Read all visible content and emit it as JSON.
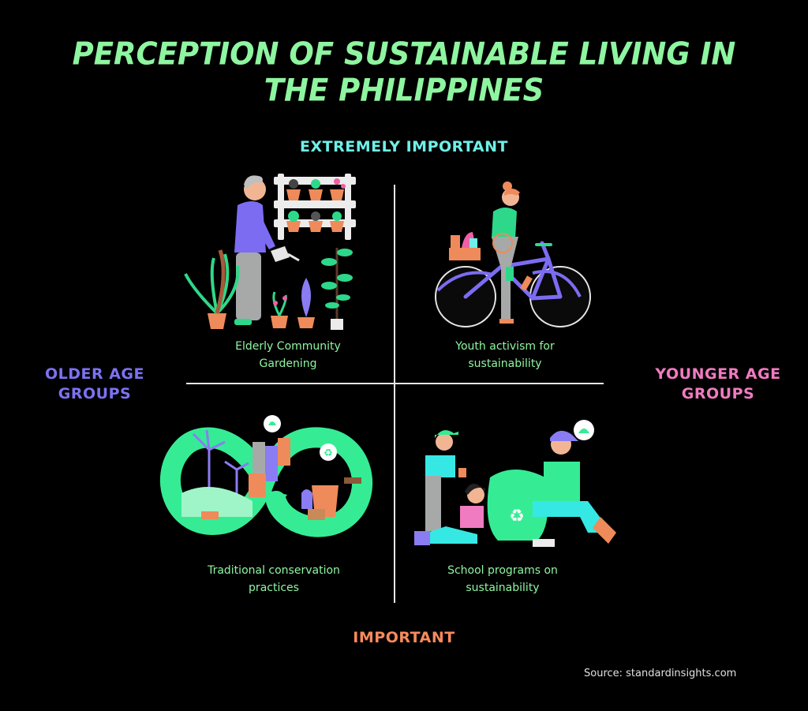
{
  "title": {
    "line1": "PERCEPTION OF SUSTAINABLE LIVING IN",
    "line2": "THE PHILIPPINES"
  },
  "axes": {
    "top": "EXTREMELY IMPORTANT",
    "bottom": "IMPORTANT",
    "left_line1": "OLDER AGE",
    "left_line2": "GROUPS",
    "right_line1": "YOUNGER AGE",
    "right_line2": "GROUPS"
  },
  "quadrants": [
    {
      "position": "top-left",
      "line1": "Elderly Community",
      "line2": "Gardening",
      "illustration": "elderly-man-watering-plants"
    },
    {
      "position": "top-right",
      "line1": "Youth activism for",
      "line2": "sustainability",
      "illustration": "woman-riding-bicycle"
    },
    {
      "position": "bottom-left",
      "line1": "Traditional conservation",
      "line2": "practices",
      "illustration": "infinity-loop-green-city"
    },
    {
      "position": "bottom-right",
      "line1": "School programs on",
      "line2": "sustainability",
      "illustration": "family-recycling-bag"
    }
  ],
  "source": "Source: standardinsights.com",
  "colors": {
    "background": "#000000",
    "title": "#8ef5a0",
    "top_axis": "#6ef0e8",
    "bottom_axis": "#f98a5c",
    "left_axis": "#7c72f2",
    "right_axis": "#f07bc0",
    "caption": "#8ef5a0",
    "divider": "#e6e6e6"
  }
}
